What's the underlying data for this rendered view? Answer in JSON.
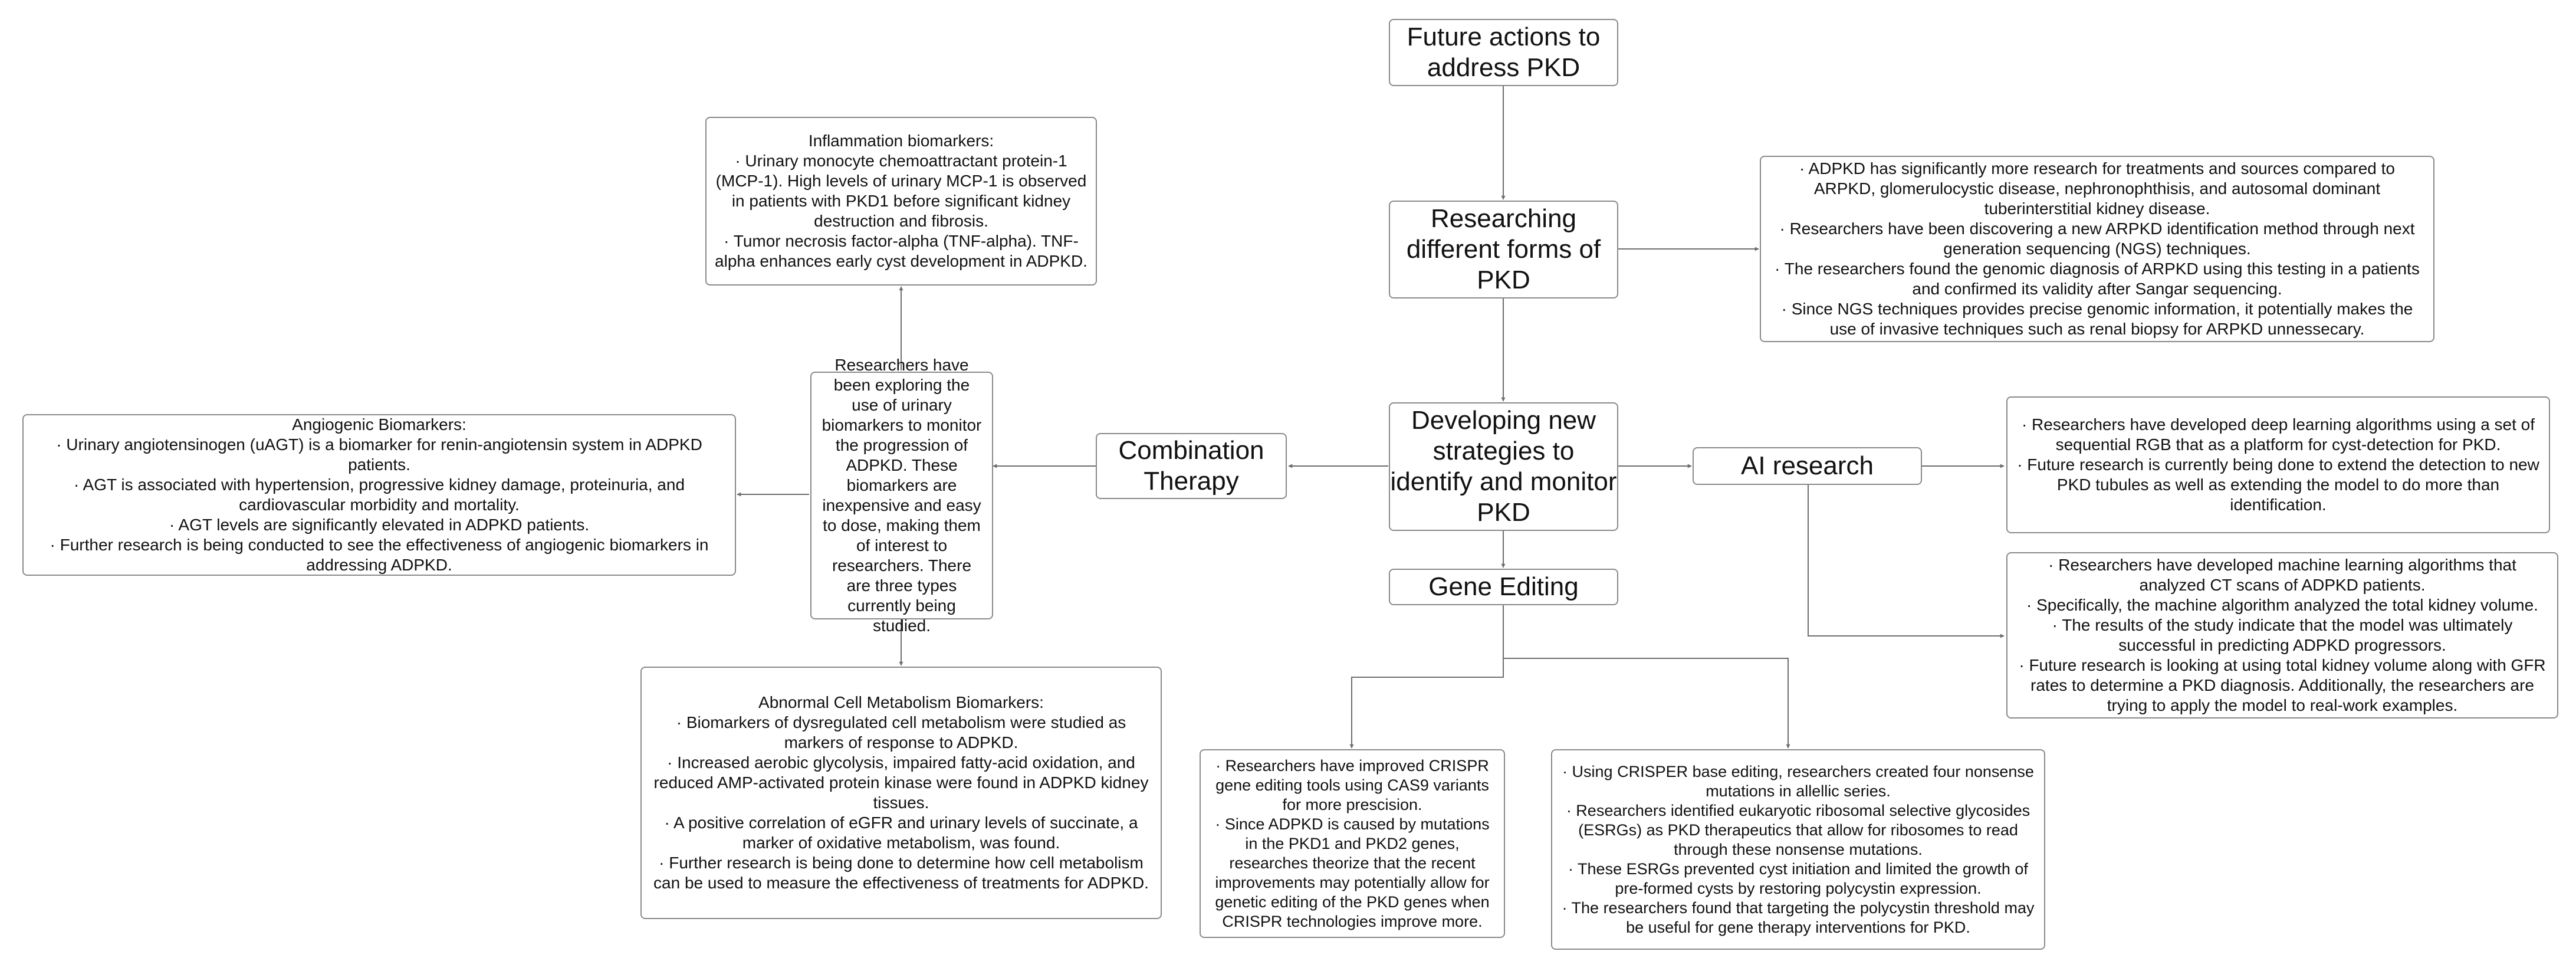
{
  "colors": {
    "box_border": "#8a8a8a",
    "connector": "#6e6e6e",
    "background": "#ffffff"
  },
  "nodes": {
    "future": {
      "label": "Future actions to address PKD"
    },
    "researching": {
      "label": "Researching different forms of PKD"
    },
    "developing": {
      "label": "Developing new strategies to identify and monitor PKD"
    },
    "combination": {
      "label": "Combination Therapy"
    },
    "ai": {
      "label": "AI research"
    },
    "gene": {
      "label": "Gene Editing"
    },
    "biomarkers_intro": {
      "text": "Researchers have been exploring the use of urinary biomarkers to monitor the progression of ADPKD. These biomarkers are inexpensive and easy to dose, making them of interest to researchers. There are three types currently being studied."
    },
    "inflammation": {
      "lines": [
        "Inflammation biomarkers:",
        "· Urinary monocyte chemoattractant protein-1 (MCP-1). High levels of urinary MCP-1 is observed in patients with PKD1 before significant kidney destruction and fibrosis.",
        "· Tumor necrosis factor-alpha (TNF-alpha). TNF-alpha enhances early cyst development in ADPKD."
      ]
    },
    "angiogenic": {
      "lines": [
        "Angiogenic Biomarkers:",
        "· Urinary angiotensinogen (uAGT) is a biomarker for renin-angiotensin system in ADPKD patients.",
        "· AGT is associated with hypertension, progressive kidney damage, proteinuria, and cardiovascular morbidity and mortality.",
        "· AGT levels are significantly elevated in ADPKD patients.",
        "· Further research is being conducted to see the effectiveness of angiogenic biomarkers in addressing ADPKD."
      ]
    },
    "metabolism": {
      "lines": [
        "Abnormal Cell Metabolism Biomarkers:",
        "· Biomarkers of dysregulated cell metabolism were studied as markers of response to ADPKD.",
        "· Increased aerobic glycolysis, impaired fatty-acid oxidation, and reduced AMP-activated protein kinase were found in ADPKD kidney tissues.",
        "· A positive correlation of eGFR and urinary levels of succinate, a marker of oxidative metabolism, was found.",
        "· Further research is being done to determine how cell metabolism can be used to measure the effectiveness of treatments for ADPKD."
      ]
    },
    "arpkd": {
      "lines": [
        "· ADPKD has significantly more research for treatments and sources compared to ARPKD, glomerulocystic disease, nephronophthisis, and autosomal dominant tuberinterstitial kidney disease.",
        "· Researchers have been discovering a new ARPKD identification method through next generation sequencing (NGS) techniques.",
        "· The researchers found the genomic diagnosis of ARPKD using this testing in a patients and confirmed its validity after Sangar sequencing.",
        "· Since NGS techniques provides precise genomic information, it potentially makes the use of invasive techniques such as renal biopsy for ARPKD unnessecary."
      ]
    },
    "ai_deep": {
      "lines": [
        "· Researchers have developed deep learning algorithms using a set of sequential RGB that as a platform for cyst-detection for PKD.",
        "· Future research is currently being done to extend the detection to new PKD tubules as well as extending the model to do more than identification."
      ]
    },
    "ai_ml": {
      "lines": [
        "· Researchers have developed machine learning algorithms that analyzed CT scans of ADPKD patients.",
        "· Specifically, the machine algorithm analyzed the total kidney volume.",
        "· The results of the study indicate that the model was ultimately successful in predicting ADPKD progressors.",
        "· Future research is looking at using total kidney volume along with GFR rates to determine a PKD diagnosis. Additionally, the researchers are trying to apply the model to real-work examples."
      ]
    },
    "crispr": {
      "lines": [
        "· Researchers have improved CRISPR gene editing tools using CAS9 variants for more prescision.",
        "· Since ADPKD is caused by mutations in the PKD1 and PKD2 genes, researches theorize that the recent improvements may potentially allow for genetic editing of the PKD genes when CRISPR technologies improve more."
      ]
    },
    "base_editing": {
      "lines": [
        "· Using CRISPER base editing, researchers created four nonsense mutations in allellic series.",
        "· Researchers identified eukaryotic ribosomal selective glycosides (ESRGs) as PKD therapeutics that allow for ribosomes to read through these nonsense mutations.",
        "· These ESRGs prevented cyst initiation and limited the growth of pre-formed cysts by restoring polycystin expression.",
        "· The researchers found that targeting the polycystin threshold may be useful for gene therapy interventions for PKD."
      ]
    }
  }
}
